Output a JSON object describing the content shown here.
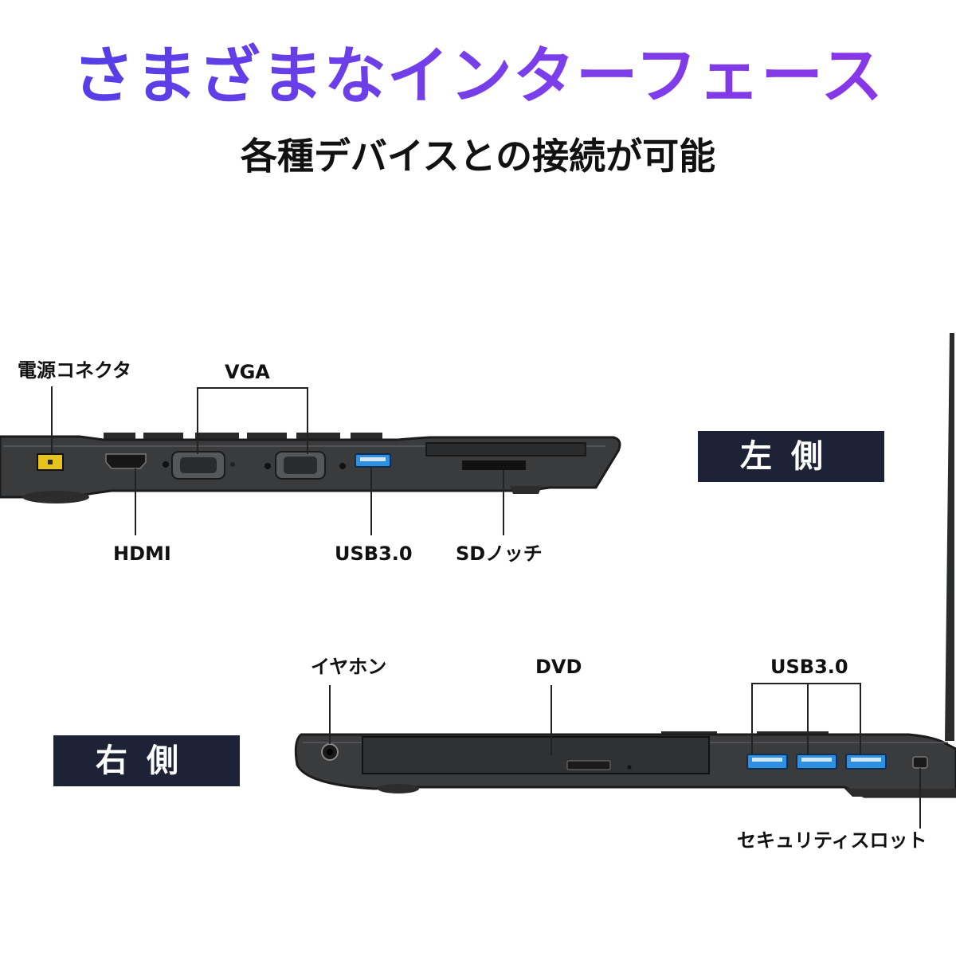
{
  "header": {
    "title": "さまざまなインターフェース",
    "subtitle": "各種デバイスとの接続が可能"
  },
  "left_side": {
    "badge": "左側",
    "labels": {
      "power": "電源コネクタ",
      "vga": "VGA",
      "hdmi": "HDMI",
      "usb": "USB3.0",
      "sd": "SDノッチ"
    }
  },
  "right_side": {
    "badge": "右側",
    "labels": {
      "earphone": "イヤホン",
      "dvd": "DVD",
      "usb": "USB3.0",
      "security": "セキュリティスロット"
    }
  },
  "colors": {
    "title_gradient_start": "#4f3ee6",
    "title_gradient_end": "#8b35e8",
    "badge_bg": "#1e2237",
    "usb_port": "#2f8fe0",
    "power_port": "#e8c31a"
  }
}
